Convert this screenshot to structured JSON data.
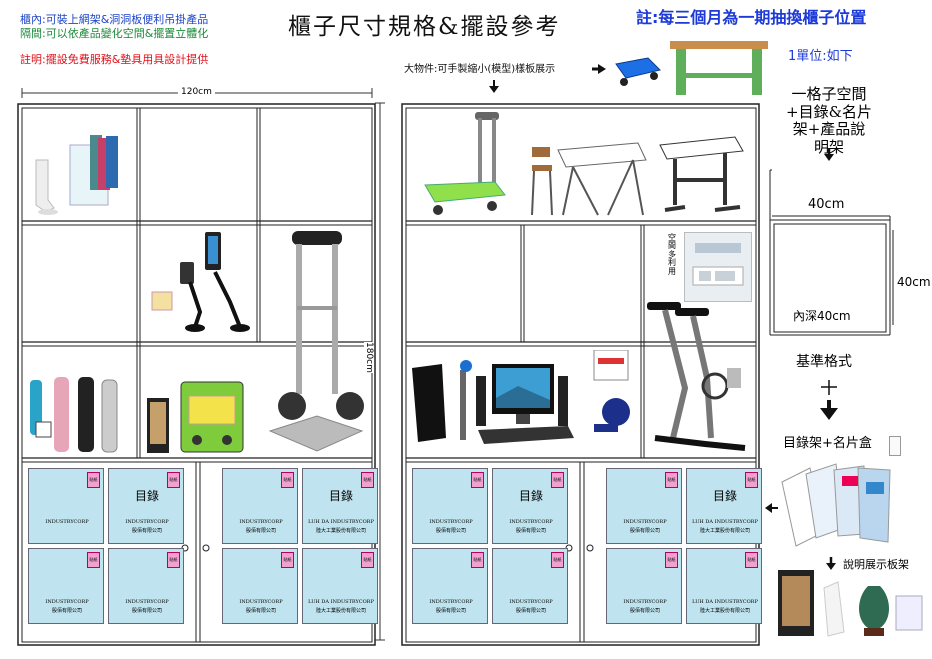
{
  "header": {
    "note_line_1": "櫃內:可裝上網架&洞洞板便利吊掛產品",
    "note_line_2": "隔間:可以依產品變化空間&擺置立體化",
    "note_line_3": "註明:擺設免費服務&墊具用具設計提供",
    "title": "櫃子尺寸規格&擺設參考",
    "rotation_note": "註:每三個月為一期抽換櫃子位置",
    "unit_label": "1單位:如下",
    "large_item_note": "大物件:可手製縮小(模型)樣板展示"
  },
  "dimensions": {
    "width": "120cm",
    "height": "180cm"
  },
  "right_cabinet": {
    "space_note": "空間多利用"
  },
  "doors": {
    "left": [
      {
        "tag": "貼紙",
        "title": "",
        "company": "INDUSTRYCORP",
        "company2": ""
      },
      {
        "tag": "貼紙",
        "title": "目錄",
        "company": "INDUSTRYCORP",
        "company2": "殷佰有限公司"
      },
      {
        "tag": "貼紙",
        "title": "",
        "company": "INDUSTRYCORP",
        "company2": "殷佰有限公司"
      },
      {
        "tag": "貼紙",
        "title": "目錄",
        "company": "LUH DA INDUSTRYCORP",
        "company2": "陸大工業股份有限公司"
      },
      {
        "tag": "貼紙",
        "title": "",
        "company": "INDUSTRYCORP",
        "company2": "殷佰有限公司"
      },
      {
        "tag": "貼紙",
        "title": "",
        "company": "INDUSTRYCORP",
        "company2": "殷佰有限公司"
      },
      {
        "tag": "貼紙",
        "title": "",
        "company": "INDUSTRYCORP",
        "company2": "殷佰有限公司"
      },
      {
        "tag": "貼紙",
        "title": "",
        "company": "LUH DA INDUSTRYCORP",
        "company2": "陸大工業股份有限公司"
      }
    ],
    "right": [
      {
        "tag": "貼紙",
        "title": "",
        "company": "INDUSTRYCORP",
        "company2": "殷佰有限公司"
      },
      {
        "tag": "貼紙",
        "title": "目錄",
        "company": "INDUSTRYCORP",
        "company2": "殷佰有限公司"
      },
      {
        "tag": "貼紙",
        "title": "",
        "company": "INDUSTRYCORP",
        "company2": "殷佰有限公司"
      },
      {
        "tag": "貼紙",
        "title": "目錄",
        "company": "LUH DA INDUSTRYCORP",
        "company2": "陸大工業股份有限公司"
      },
      {
        "tag": "貼紙",
        "title": "",
        "company": "INDUSTRYCORP",
        "company2": "殷佰有限公司"
      },
      {
        "tag": "貼紙",
        "title": "",
        "company": "INDUSTRYCORP",
        "company2": "殷佰有限公司"
      },
      {
        "tag": "貼紙",
        "title": "",
        "company": "INDUSTRYCORP",
        "company2": "殷佰有限公司"
      },
      {
        "tag": "貼紙",
        "title": "",
        "company": "LUH DA INDUSTRYCORP",
        "company2": "陸大工業股份有限公司"
      }
    ]
  },
  "reference": {
    "cell_caption": "一格子空間+目錄&名片架+產品說明架",
    "cell_width": "40cm",
    "cell_height": "40cm",
    "cell_depth": "內深40cm",
    "base_format": "基準格式",
    "rack_combo": "目錄架+名片盒",
    "display_board": "說明展示板架"
  },
  "colors": {
    "panel_fill": "#bfe4ef",
    "tag_fill": "#f2a0d0",
    "title_blue": "#1d3ad8",
    "note_green": "#1b8a3a",
    "note_red": "#e0101a"
  }
}
